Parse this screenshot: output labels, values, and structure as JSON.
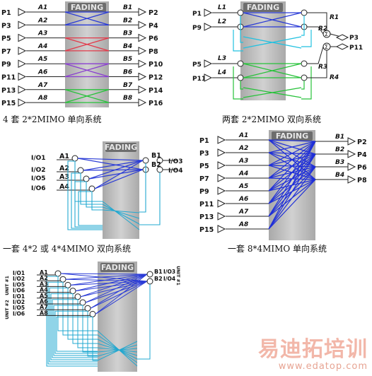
{
  "fading_label": "FADING",
  "panels": [
    {
      "id": "p1",
      "caption": "4 套 2*2MIMO 单向系统",
      "left_ports": [
        "P1",
        "P3",
        "P5",
        "P7",
        "P9",
        "P11",
        "P13",
        "P15"
      ],
      "left_channels": [
        "A1",
        "A2",
        "A3",
        "A4",
        "A5",
        "A6",
        "A7",
        "A8"
      ],
      "right_channels": [
        "B1",
        "B2",
        "B3",
        "B4",
        "B5",
        "B6",
        "B7",
        "B8"
      ],
      "right_ports": [
        "P2",
        "P4",
        "P6",
        "P8",
        "P10",
        "P12",
        "P14",
        "P16"
      ],
      "pair_colors": [
        "#2a3bd6",
        "#e23a4a",
        "#8a3fd0",
        "#27c23a"
      ]
    },
    {
      "id": "p2",
      "caption": "两套 2*2MIMO 双向系统",
      "left_ports": [
        "P1",
        "P9",
        "P5",
        "P11"
      ],
      "left_channels": [
        "L1",
        "L2",
        "L3",
        "L4"
      ],
      "right_channels": [
        "R1",
        "R2",
        "R3",
        "R4"
      ],
      "right_ports": [
        "P3",
        "P11"
      ],
      "colors": [
        "#2a3bd6",
        "#22c1e0",
        "#27c23a"
      ]
    },
    {
      "id": "p3",
      "caption": "一套 4*2 或 4*4MIMO 双向系统",
      "left_ports": [
        "I/O1",
        "I/O2",
        "I/O5",
        "I/O6"
      ],
      "left_channels": [
        "A1",
        "A2",
        "A3",
        "A4"
      ],
      "right_channels": [
        "B1",
        "B2"
      ],
      "right_ports": [
        "I/O3",
        "I/O4"
      ],
      "colors": [
        "#2a3bd6",
        "#22a8d0"
      ]
    },
    {
      "id": "p4",
      "caption": "一套 8*4MIMO 单向系统",
      "left_ports": [
        "P1",
        "P3",
        "P5",
        "P7",
        "P9",
        "P11",
        "P13",
        "P15"
      ],
      "left_channels": [
        "A1",
        "A2",
        "A3",
        "A4",
        "A5",
        "A6",
        "A7",
        "A8"
      ],
      "right_channels": [
        "B1",
        "B2",
        "B3",
        "B4"
      ],
      "right_ports": [
        "P2",
        "P4",
        "P6",
        "P8"
      ],
      "colors": [
        "#1f2fd8"
      ]
    },
    {
      "id": "p5",
      "left_ports": [
        "I/O1",
        "I/O2",
        "I/O5",
        "I/O6",
        "I/O1",
        "I/O2",
        "I/O5",
        "I/O6"
      ],
      "left_channels": [
        "A1",
        "A2",
        "A3",
        "A4",
        "A5",
        "A6",
        "A7",
        "A8"
      ],
      "right_channels": [
        "B1",
        "B2"
      ],
      "right_ports": [
        "I/O3",
        "I/O4"
      ],
      "unit_labels": [
        "UNIT #1",
        "UNIT #2",
        "UNIT #1"
      ],
      "colors": [
        "#2a3bd6",
        "#22a8d0"
      ]
    }
  ],
  "watermark": {
    "text": "易迪拓培训",
    "url": "www.edatop.com"
  }
}
